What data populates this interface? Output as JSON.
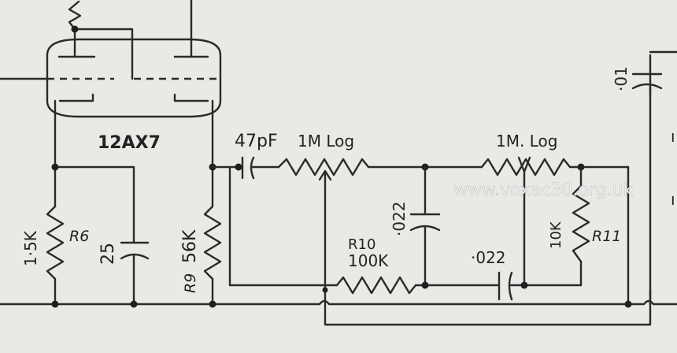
{
  "labels": {
    "tube": "12AX7",
    "c_47pf": "47pF",
    "pot_1m_log_a": "1M Log",
    "pot_1m_log_b": "1M. Log",
    "r_1_5k": "1·5K",
    "r6": "R6",
    "c_25": "25",
    "r_56k": "56K",
    "r9": "R9",
    "c_022_vertical": "·022",
    "r10": "R10",
    "r10_value": "100K",
    "c_022_horizontal": "·022",
    "r_10k": "10K",
    "r11": "R11",
    "c_01": "·01",
    "watermark": "www.voxac30.org.uk"
  },
  "colors": {
    "ink": "#2a2a2a",
    "paper": "#e9e9e6"
  }
}
